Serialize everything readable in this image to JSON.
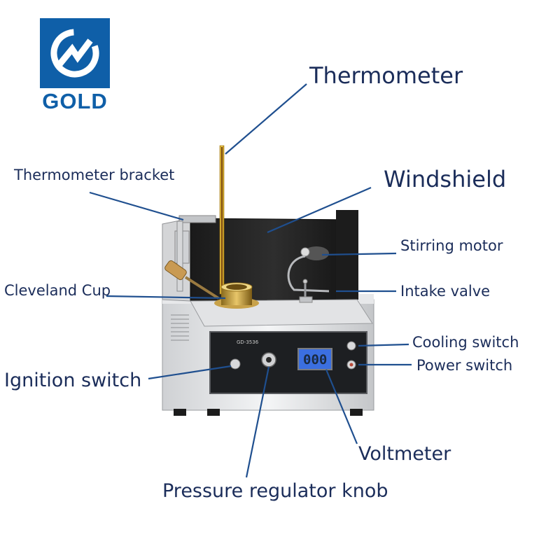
{
  "brand": {
    "name": "GOLD",
    "color": "#0f5fa8"
  },
  "device": {
    "model": "GD-3536",
    "display_value": "000"
  },
  "labels": {
    "thermometer": "Thermometer",
    "thermometer_bracket": "Thermometer bracket",
    "windshield": "Windshield",
    "stirring_motor": "Stirring motor",
    "cleveland_cup": "Cleveland Cup",
    "intake_valve": "Intake valve",
    "cooling_switch": "Cooling switch",
    "power_switch": "Power switch",
    "ignition_switch": "Ignition switch",
    "voltmeter": "Voltmeter",
    "pressure_regulator_knob": "Pressure regulator knob"
  },
  "colors": {
    "label": "#1b2d5a",
    "leader": "#1f4f8f"
  }
}
